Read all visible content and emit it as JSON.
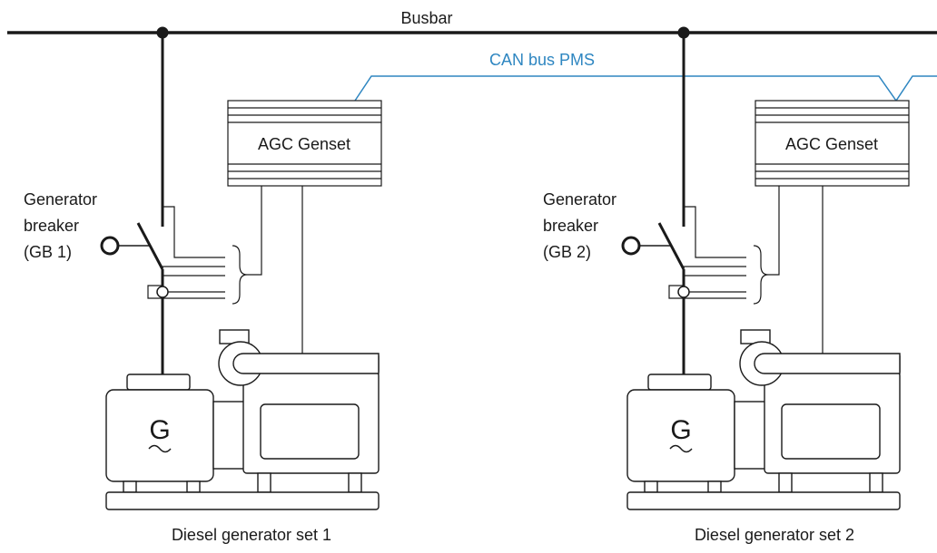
{
  "busbar_label": "Busbar",
  "can_label": "CAN bus PMS",
  "colors": {
    "line": "#1a1a1a",
    "can_bus": "#2e86c1",
    "background": "#ffffff"
  },
  "gensets": [
    {
      "controller_label": "AGC Genset",
      "breaker_label_lines": [
        "Generator",
        "breaker",
        "(GB 1)"
      ],
      "generator_symbol": "G",
      "set_label": "Diesel generator set 1"
    },
    {
      "controller_label": "AGC Genset",
      "breaker_label_lines": [
        "Generator",
        "breaker",
        "(GB 2)"
      ],
      "generator_symbol": "G",
      "set_label": "Diesel generator set 2"
    }
  ]
}
